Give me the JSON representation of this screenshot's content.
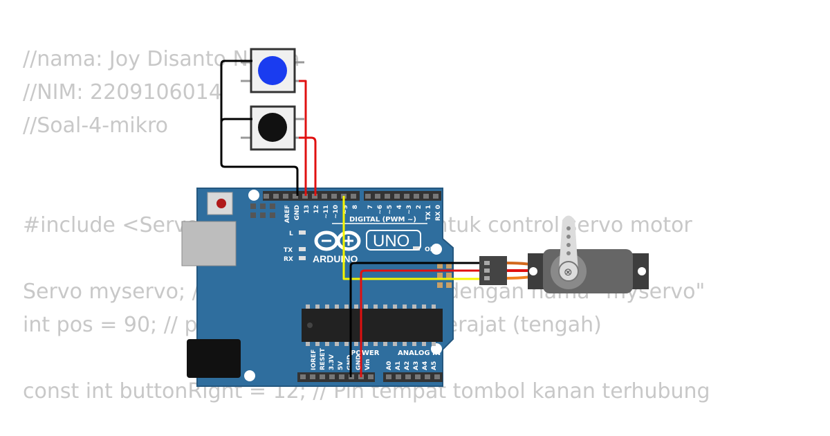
{
  "code_lines": [
    "//nama: Joy Disanto Nanda",
    "//NIM: 2209106014",
    "//Soal-4-mikro",
    "",
    "",
    "#include <Servo.h> // library arduino untuk control servo motor",
    "",
    "Servo myservo; // membuat objek servo dengan nama \"myservo\"",
    "int pos = 90; // posisi awal servo ke 90 derajat (tengah)",
    "",
    "const int buttonRight = 12; // Pin tempat tombol kanan terhubung"
  ],
  "board": {
    "brand": "ARDUINO",
    "model": "UNO",
    "digital_header": "DIGITAL (PWM ~)",
    "power_header": "POWER",
    "analog_header": "ANALOG IN",
    "led_l": "L",
    "led_tx": "TX",
    "led_rx": "RX",
    "led_on": "ON",
    "digital_pins": [
      "AREF",
      "GND",
      "13",
      "12",
      "~11",
      "~10",
      "~9",
      "8",
      "7",
      "~6",
      "~5",
      "4",
      "~3",
      "2",
      "TX 1",
      "RX 0"
    ],
    "power_pins": [
      "IOREF",
      "RESET",
      "3.3V",
      "5V",
      "GND",
      "GND",
      "Vin"
    ],
    "analog_pins": [
      "A0",
      "A1",
      "A2",
      "A3",
      "A4",
      "A5"
    ],
    "color": "#2f6e9e"
  },
  "buttons": [
    {
      "color": "#1a3cf0"
    },
    {
      "color": "#111111"
    }
  ],
  "wire_colors": {
    "gnd": "#000000",
    "signal_red": "#e01010",
    "servo_signal": "#f5f500"
  }
}
